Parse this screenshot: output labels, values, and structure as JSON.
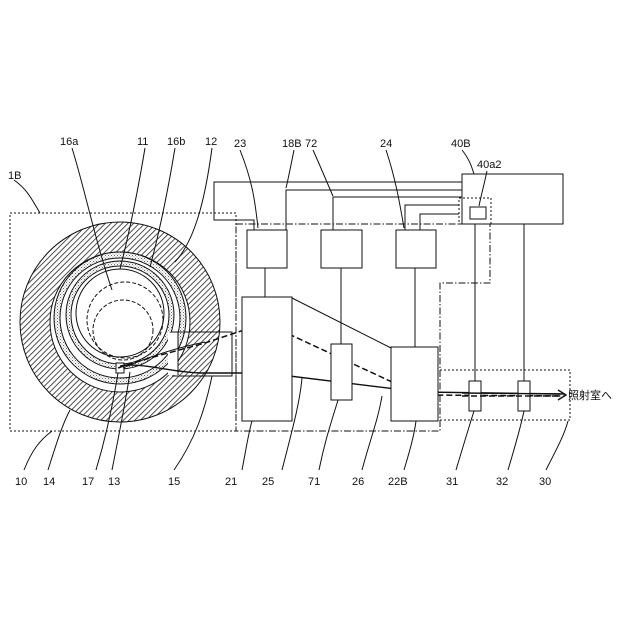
{
  "labels": {
    "l_1B": "1B",
    "l_16a": "16a",
    "l_11": "11",
    "l_16b": "16b",
    "l_12": "12",
    "l_23": "23",
    "l_18B": "18B",
    "l_72": "72",
    "l_24": "24",
    "l_40B": "40B",
    "l_40a2": "40a2",
    "l_10": "10",
    "l_14": "14",
    "l_17": "17",
    "l_13": "13",
    "l_15": "15",
    "l_21": "21",
    "l_25": "25",
    "l_71": "71",
    "l_26": "26",
    "l_22B": "22B",
    "l_31": "31",
    "l_32": "32",
    "l_30": "30",
    "to_room": "照射室へ"
  }
}
